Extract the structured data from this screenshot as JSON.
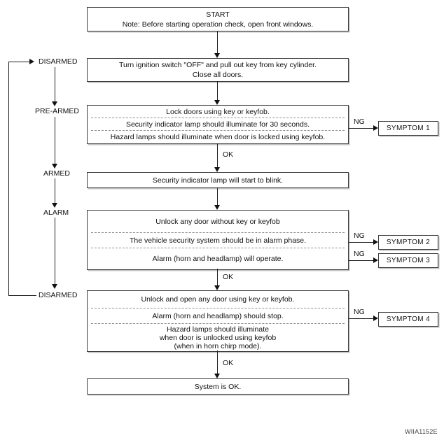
{
  "figure": {
    "code": "WIIA1152E"
  },
  "colors": {
    "line": "#1f1f1f",
    "background": "#ffffff",
    "separator": "#8f8f8f"
  },
  "labels": {
    "ok": "OK",
    "ng": "NG"
  },
  "states": {
    "s1": "DISARMED",
    "s2": "PRE-ARMED",
    "s3": "ARMED",
    "s4": "ALARM",
    "s5": "DISARMED"
  },
  "boxes": {
    "start": {
      "l1": "START",
      "l2": "Note: Before starting operation check, open front windows."
    },
    "ignition": {
      "l1": "Turn ignition switch \"OFF\" and pull out key from key cylinder.",
      "l2": "Close all doors."
    },
    "lock": {
      "r1": "Lock doors using key or keyfob.",
      "r2": "Security indicator lamp should illuminate for 30 seconds.",
      "r3": "Hazard lamps should illuminate when door is locked using keyfob."
    },
    "blink": {
      "l1": "Security indicator lamp will start to blink."
    },
    "alarm_check": {
      "r1": "Unlock any door without key or keyfob",
      "r2": "The vehicle security system should be in alarm phase.",
      "r3": "Alarm (horn and headlamp) will operate."
    },
    "disarm_check": {
      "r1": "Unlock and open any door using key or keyfob.",
      "r2": "Alarm (horn and headlamp) should stop.",
      "r3l1": "Hazard lamps should illuminate",
      "r3l2": "when door is unlocked using keyfob",
      "r3l3": "(when in horn chirp mode)."
    },
    "end": {
      "l1": "System is OK."
    }
  },
  "symptoms": {
    "s1": "SYMPTOM 1",
    "s2": "SYMPTOM 2",
    "s3": "SYMPTOM 3",
    "s4": "SYMPTOM 4"
  }
}
